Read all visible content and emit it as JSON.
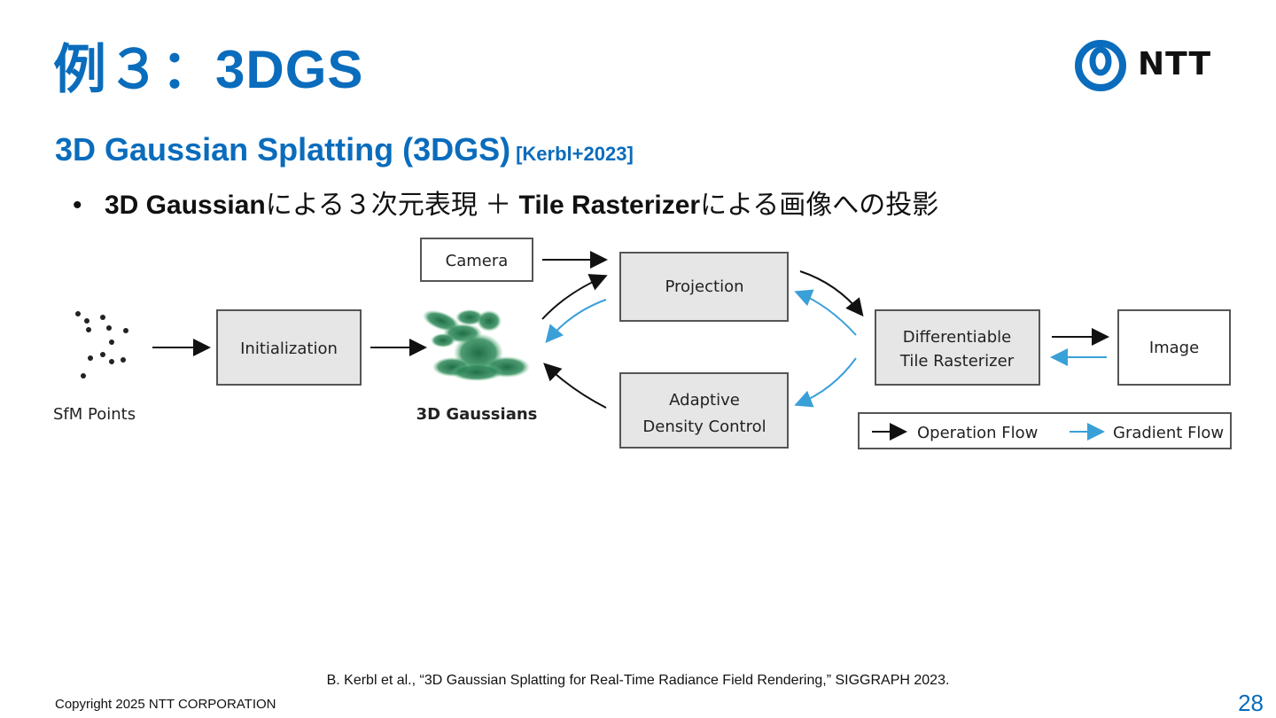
{
  "title": "例３：3DGS",
  "logo": {
    "name": "NTT",
    "color": "#0a6cbc"
  },
  "section": {
    "heading": "3D Gaussian Splatting (3DGS)",
    "reference": "[Kerbl+2023]"
  },
  "bullet": {
    "marker": "•",
    "part1_bold": "3D Gaussian",
    "part2": "による３次元表現 ＋ ",
    "part3_bold": "Tile Rasterizer",
    "part4": "による画像への投影"
  },
  "diagram": {
    "sfm_points_label": "SfM Points",
    "initialization_label": "Initialization",
    "gaussians_label": "3D Gaussians",
    "camera_label": "Camera",
    "projection_label": "Projection",
    "adaptive_label_line1": "Adaptive",
    "adaptive_label_line2": "Density Control",
    "rasterizer_label_line1": "Differentiable",
    "rasterizer_label_line2": "Tile Rasterizer",
    "image_label": "Image",
    "legend_operation": "Operation Flow",
    "legend_gradient": "Gradient Flow",
    "operation_color": "#111111",
    "gradient_color": "#3aa0d8"
  },
  "citation": "B. Kerbl et al., “3D Gaussian Splatting for Real-Time Radiance Field Rendering,” SIGGRAPH 2023.",
  "copyright": "Copyright 2025 NTT CORPORATION",
  "page_number": "28"
}
